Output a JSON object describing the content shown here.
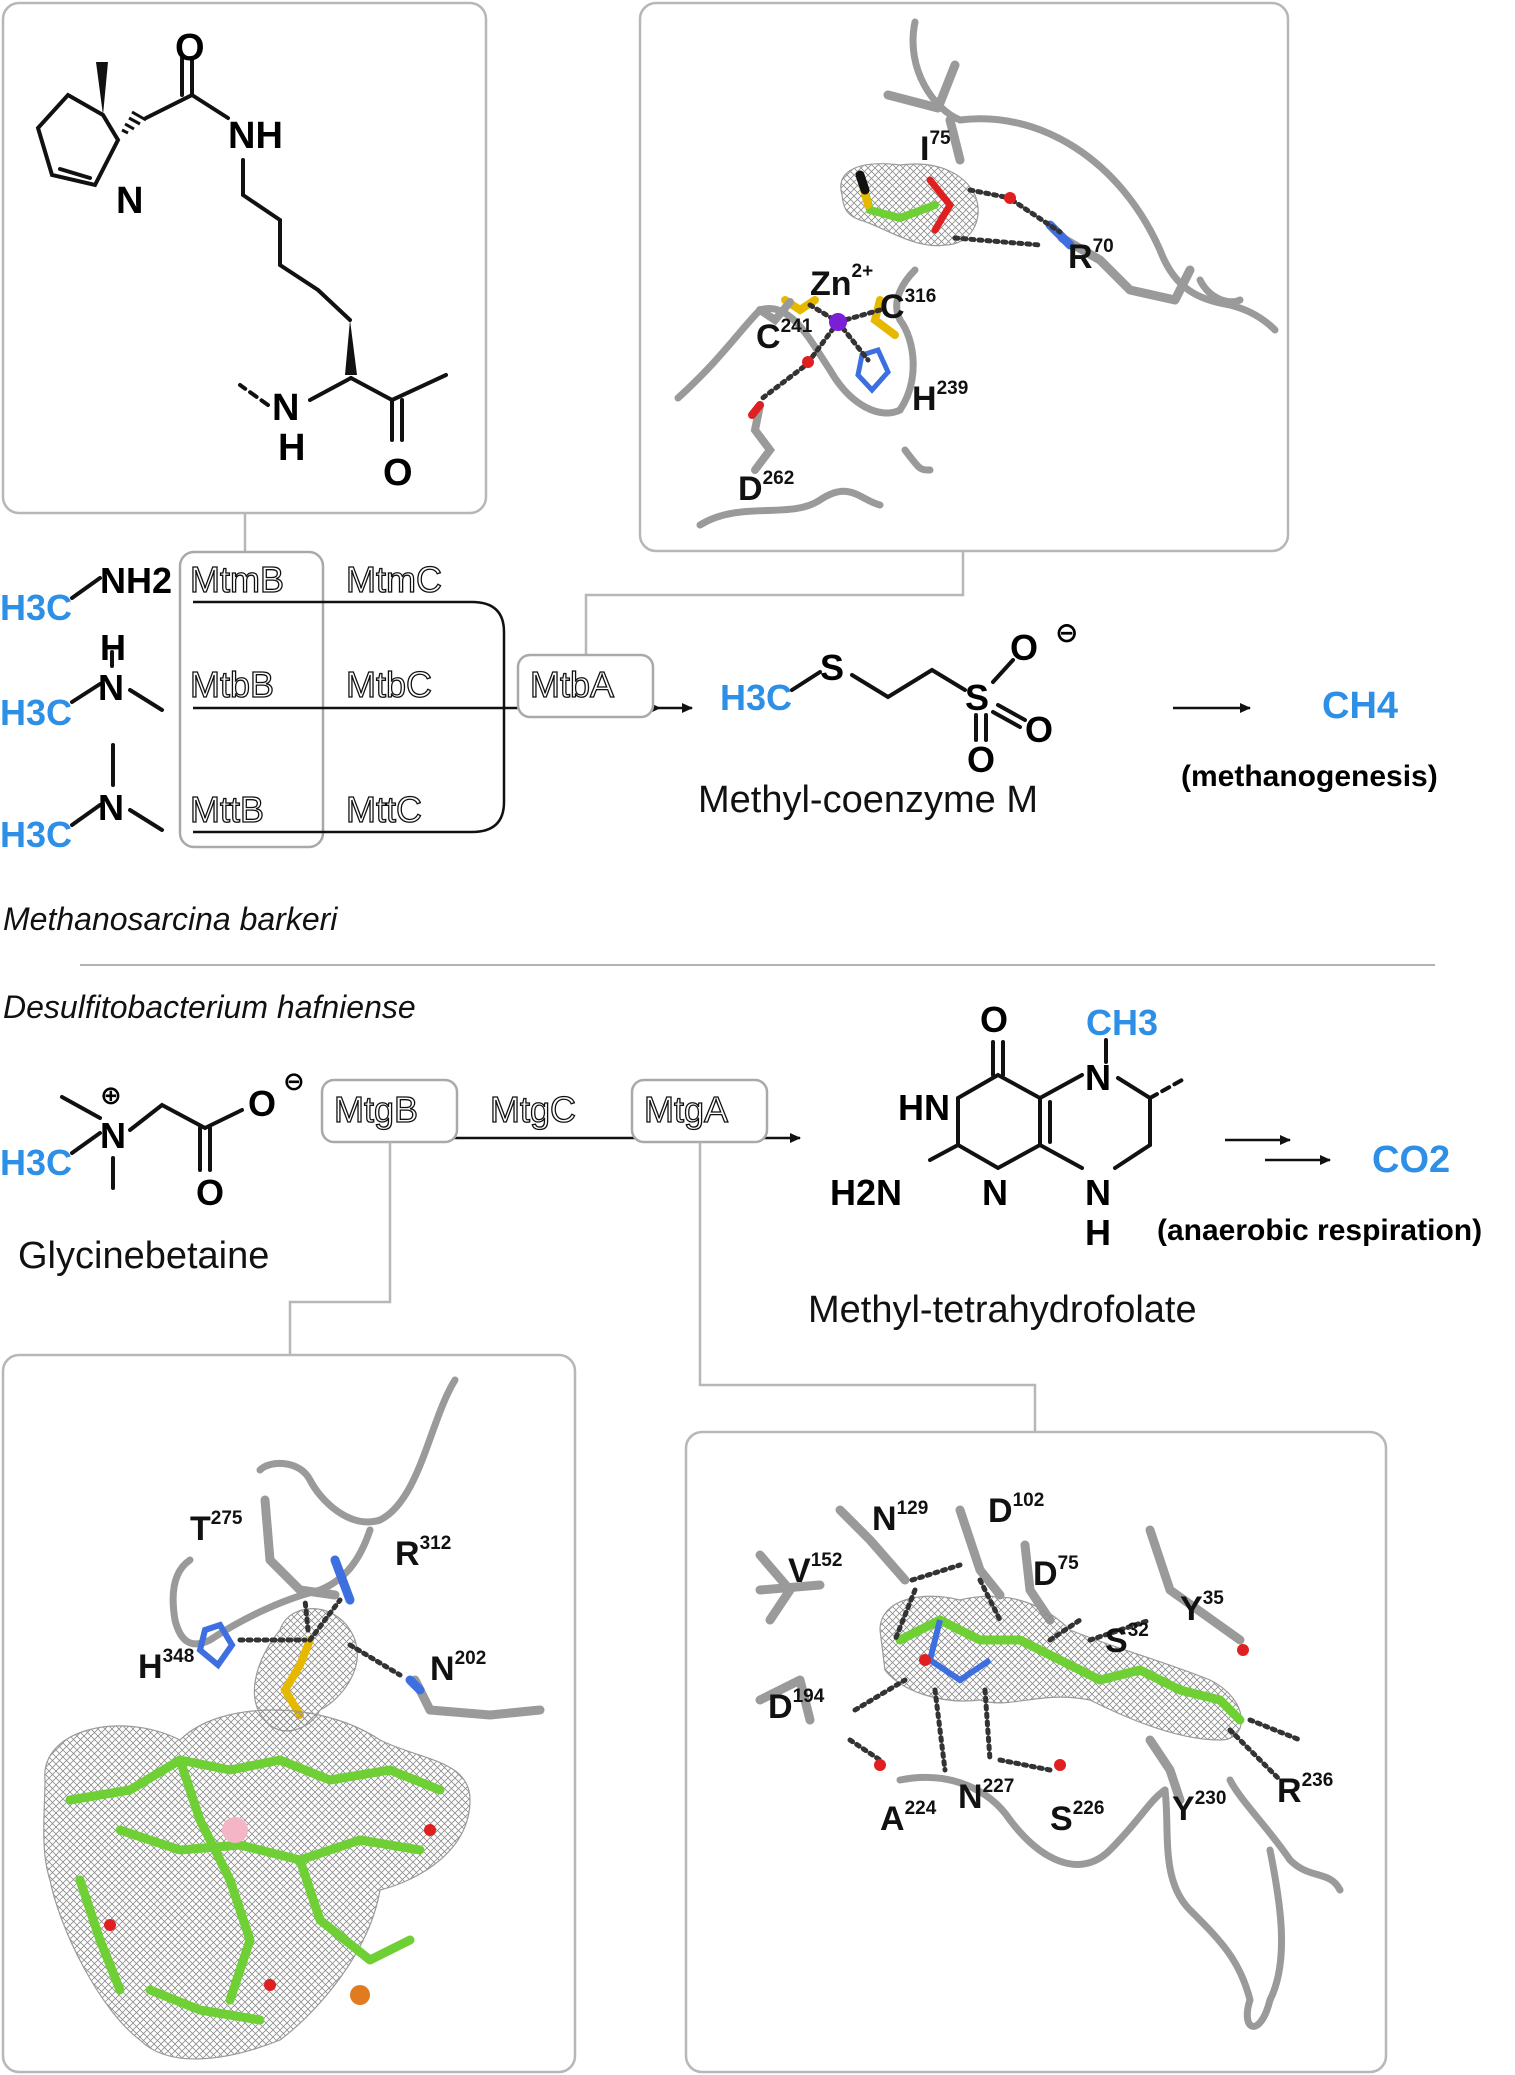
{
  "species": {
    "top": "Methanosarcina barkeri",
    "bottom": "Desulfitobacterium hafniense"
  },
  "substrates": {
    "methyl_group": "H3C",
    "mma_amine": "NH2",
    "dma_n": "N",
    "dma_h": "H",
    "tma_n": "N"
  },
  "enzymes": {
    "mtmB": "MtmB",
    "mtmC": "MtmC",
    "mtbB": "MtbB",
    "mtbC": "MtbC",
    "mttB": "MttB",
    "mttC": "MttC",
    "mtbA": "MtbA",
    "mtgB": "MtgB",
    "mtgC": "MtgC",
    "mtgA": "MtgA"
  },
  "pyrrolysine": {
    "o_top": "O",
    "nh_amide": "NH",
    "n_ring": "N",
    "n_backbone": "N",
    "h_backbone": "H",
    "o_backbone": "O"
  },
  "coenzyme_m": {
    "methyl": "H3C",
    "s": "S",
    "s_sulfonate": "S",
    "o1": "O",
    "o2": "O",
    "o3": "O",
    "charge": "⊖",
    "name": "Methyl-coenzyme M"
  },
  "methane": {
    "formula": "CH4",
    "label": "(methanogenesis)"
  },
  "glycinebetaine": {
    "methyl": "H3C",
    "n": "N",
    "charge_plus": "⊕",
    "o": "O",
    "charge_minus": "⊖",
    "o_carbonyl": "O",
    "name": "Glycinebetaine"
  },
  "thf": {
    "o": "O",
    "n5": "N",
    "ch3": "CH3",
    "hn": "HN",
    "h2n": "H2N",
    "n": "N",
    "nh_n": "N",
    "nh_h": "H",
    "name": "Methyl-tetrahydrofolate"
  },
  "co2": {
    "formula": "CO2",
    "label": "(anaerobic respiration)"
  },
  "mtba_site": {
    "zn": "Zn",
    "zn_charge": "2+",
    "residues": [
      {
        "name": "I",
        "num": "75"
      },
      {
        "name": "R",
        "num": "70"
      },
      {
        "name": "C",
        "num": "241"
      },
      {
        "name": "C",
        "num": "316"
      },
      {
        "name": "H",
        "num": "239"
      },
      {
        "name": "D",
        "num": "262"
      }
    ]
  },
  "mtgb_site": {
    "residues": [
      {
        "name": "T",
        "num": "275"
      },
      {
        "name": "R",
        "num": "312"
      },
      {
        "name": "H",
        "num": "348"
      },
      {
        "name": "N",
        "num": "202"
      }
    ]
  },
  "mtga_site": {
    "residues": [
      {
        "name": "N",
        "num": "129"
      },
      {
        "name": "D",
        "num": "102"
      },
      {
        "name": "V",
        "num": "152"
      },
      {
        "name": "D",
        "num": "75"
      },
      {
        "name": "Y",
        "num": "35"
      },
      {
        "name": "S",
        "num": "32"
      },
      {
        "name": "D",
        "num": "194"
      },
      {
        "name": "A",
        "num": "224"
      },
      {
        "name": "N",
        "num": "227"
      },
      {
        "name": "S",
        "num": "226"
      },
      {
        "name": "Y",
        "num": "230"
      },
      {
        "name": "R",
        "num": "236"
      }
    ]
  },
  "colors": {
    "methyl_blue": "#2e8fe6",
    "carbon_green": "#6fd035",
    "protein_gray": "#9a9a9a",
    "sulfur_yellow": "#e6b800",
    "phosphorus_orange": "#e07b20",
    "oxygen_red": "#e02020",
    "nitrogen_blue": "#3d6fe0",
    "zinc_purple": "#7a1fd6",
    "cobalt_pink": "#f4b6c6"
  }
}
